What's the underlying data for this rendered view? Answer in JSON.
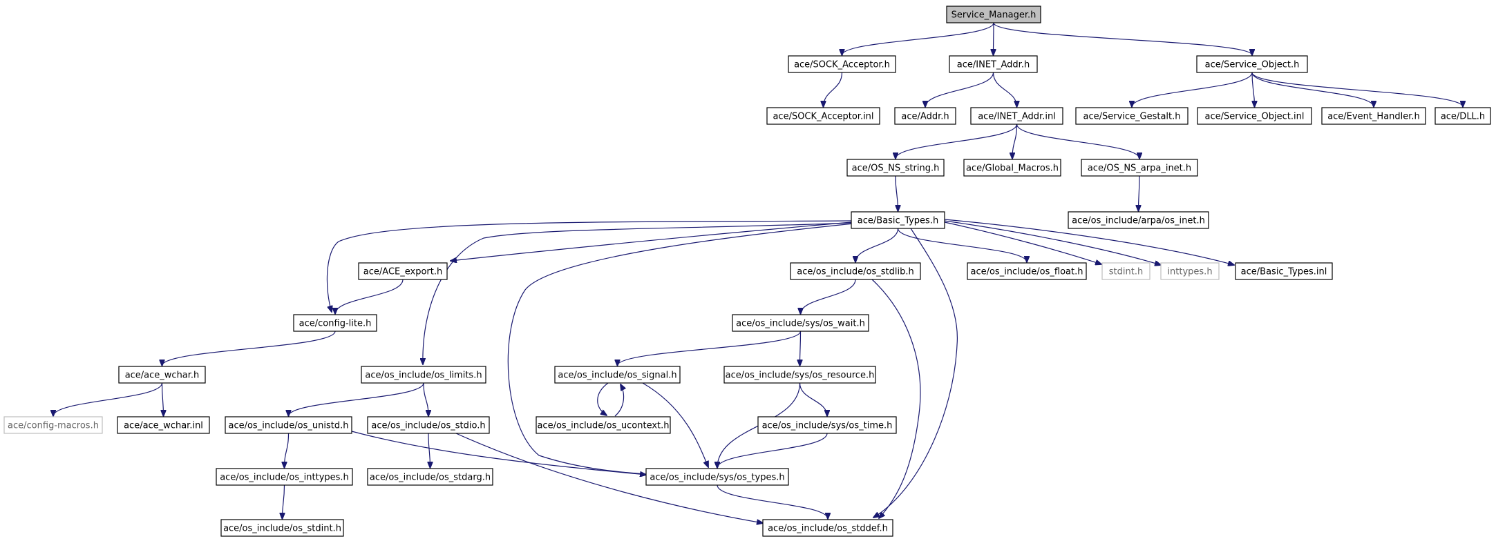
{
  "colors": {
    "edge": "#191970",
    "root_fill": "#bfbfbf",
    "external_border": "#bfbfbf",
    "node_border": "#000000"
  },
  "nodes": [
    {
      "id": "service_manager",
      "label": "Service_Manager.h",
      "kind": "root"
    },
    {
      "id": "sock_acceptor_h",
      "label": "ace/SOCK_Acceptor.h",
      "kind": "normal"
    },
    {
      "id": "inet_addr_h",
      "label": "ace/INET_Addr.h",
      "kind": "normal"
    },
    {
      "id": "service_object_h",
      "label": "ace/Service_Object.h",
      "kind": "normal"
    },
    {
      "id": "sock_acceptor_inl",
      "label": "ace/SOCK_Acceptor.inl",
      "kind": "normal"
    },
    {
      "id": "addr_h",
      "label": "ace/Addr.h",
      "kind": "normal"
    },
    {
      "id": "inet_addr_inl",
      "label": "ace/INET_Addr.inl",
      "kind": "normal"
    },
    {
      "id": "service_gestalt_h",
      "label": "ace/Service_Gestalt.h",
      "kind": "normal"
    },
    {
      "id": "service_object_inl",
      "label": "ace/Service_Object.inl",
      "kind": "normal"
    },
    {
      "id": "event_handler_h",
      "label": "ace/Event_Handler.h",
      "kind": "normal"
    },
    {
      "id": "dll_h",
      "label": "ace/DLL.h",
      "kind": "normal"
    },
    {
      "id": "os_ns_string_h",
      "label": "ace/OS_NS_string.h",
      "kind": "normal"
    },
    {
      "id": "global_macros_h",
      "label": "ace/Global_Macros.h",
      "kind": "normal"
    },
    {
      "id": "os_ns_arpa_inet_h",
      "label": "ace/OS_NS_arpa_inet.h",
      "kind": "normal"
    },
    {
      "id": "basic_types_h",
      "label": "ace/Basic_Types.h",
      "kind": "normal"
    },
    {
      "id": "os_inet_h",
      "label": "ace/os_include/arpa/os_inet.h",
      "kind": "normal"
    },
    {
      "id": "ace_export_h",
      "label": "ace/ACE_export.h",
      "kind": "normal"
    },
    {
      "id": "os_stdlib_h",
      "label": "ace/os_include/os_stdlib.h",
      "kind": "normal"
    },
    {
      "id": "os_float_h",
      "label": "ace/os_include/os_float.h",
      "kind": "normal"
    },
    {
      "id": "stdint_h",
      "label": "stdint.h",
      "kind": "external"
    },
    {
      "id": "inttypes_h",
      "label": "inttypes.h",
      "kind": "external"
    },
    {
      "id": "basic_types_inl",
      "label": "ace/Basic_Types.inl",
      "kind": "normal"
    },
    {
      "id": "config_lite_h",
      "label": "ace/config-lite.h",
      "kind": "normal"
    },
    {
      "id": "os_wait_h",
      "label": "ace/os_include/sys/os_wait.h",
      "kind": "normal"
    },
    {
      "id": "ace_wchar_h",
      "label": "ace/ace_wchar.h",
      "kind": "normal"
    },
    {
      "id": "os_limits_h",
      "label": "ace/os_include/os_limits.h",
      "kind": "normal"
    },
    {
      "id": "os_signal_h",
      "label": "ace/os_include/os_signal.h",
      "kind": "normal"
    },
    {
      "id": "os_resource_h",
      "label": "ace/os_include/sys/os_resource.h",
      "kind": "normal"
    },
    {
      "id": "config_macros_h",
      "label": "ace/config-macros.h",
      "kind": "external"
    },
    {
      "id": "ace_wchar_inl",
      "label": "ace/ace_wchar.inl",
      "kind": "normal"
    },
    {
      "id": "os_unistd_h",
      "label": "ace/os_include/os_unistd.h",
      "kind": "normal"
    },
    {
      "id": "os_stdio_h",
      "label": "ace/os_include/os_stdio.h",
      "kind": "normal"
    },
    {
      "id": "os_ucontext_h",
      "label": "ace/os_include/os_ucontext.h",
      "kind": "normal"
    },
    {
      "id": "os_time_h",
      "label": "ace/os_include/sys/os_time.h",
      "kind": "normal"
    },
    {
      "id": "os_inttypes_h",
      "label": "ace/os_include/os_inttypes.h",
      "kind": "normal"
    },
    {
      "id": "os_stdarg_h",
      "label": "ace/os_include/os_stdarg.h",
      "kind": "normal"
    },
    {
      "id": "os_types_h",
      "label": "ace/os_include/sys/os_types.h",
      "kind": "normal"
    },
    {
      "id": "os_stdint_h",
      "label": "ace/os_include/os_stdint.h",
      "kind": "normal"
    },
    {
      "id": "os_stddef_h",
      "label": "ace/os_include/os_stddef.h",
      "kind": "normal"
    }
  ],
  "edges": [
    [
      "service_manager",
      "sock_acceptor_h"
    ],
    [
      "service_manager",
      "inet_addr_h"
    ],
    [
      "service_manager",
      "service_object_h"
    ],
    [
      "sock_acceptor_h",
      "sock_acceptor_inl"
    ],
    [
      "inet_addr_h",
      "addr_h"
    ],
    [
      "inet_addr_h",
      "inet_addr_inl"
    ],
    [
      "service_object_h",
      "service_gestalt_h"
    ],
    [
      "service_object_h",
      "service_object_inl"
    ],
    [
      "service_object_h",
      "event_handler_h"
    ],
    [
      "service_object_h",
      "dll_h"
    ],
    [
      "inet_addr_inl",
      "os_ns_string_h"
    ],
    [
      "inet_addr_inl",
      "global_macros_h"
    ],
    [
      "inet_addr_inl",
      "os_ns_arpa_inet_h"
    ],
    [
      "os_ns_string_h",
      "basic_types_h"
    ],
    [
      "os_ns_arpa_inet_h",
      "os_inet_h"
    ],
    [
      "basic_types_h",
      "config_lite_h"
    ],
    [
      "basic_types_h",
      "ace_export_h"
    ],
    [
      "basic_types_h",
      "os_limits_h"
    ],
    [
      "basic_types_h",
      "os_types_h"
    ],
    [
      "basic_types_h",
      "os_stdlib_h"
    ],
    [
      "basic_types_h",
      "os_stddef_h"
    ],
    [
      "basic_types_h",
      "os_float_h"
    ],
    [
      "basic_types_h",
      "stdint_h"
    ],
    [
      "basic_types_h",
      "inttypes_h"
    ],
    [
      "basic_types_h",
      "basic_types_inl"
    ],
    [
      "ace_export_h",
      "config_lite_h"
    ],
    [
      "config_lite_h",
      "ace_wchar_h"
    ],
    [
      "ace_wchar_h",
      "config_macros_h"
    ],
    [
      "ace_wchar_h",
      "ace_wchar_inl"
    ],
    [
      "os_limits_h",
      "os_unistd_h"
    ],
    [
      "os_limits_h",
      "os_stdio_h"
    ],
    [
      "os_unistd_h",
      "os_inttypes_h"
    ],
    [
      "os_unistd_h",
      "os_types_h"
    ],
    [
      "os_inttypes_h",
      "os_stdint_h"
    ],
    [
      "os_stdio_h",
      "os_stdarg_h"
    ],
    [
      "os_stdio_h",
      "os_stddef_h"
    ],
    [
      "os_stdlib_h",
      "os_wait_h"
    ],
    [
      "os_stdlib_h",
      "os_stddef_h"
    ],
    [
      "os_wait_h",
      "os_signal_h"
    ],
    [
      "os_wait_h",
      "os_resource_h"
    ],
    [
      "os_signal_h",
      "os_ucontext_h"
    ],
    [
      "os_ucontext_h",
      "os_signal_h"
    ],
    [
      "os_signal_h",
      "os_types_h"
    ],
    [
      "os_resource_h",
      "os_time_h"
    ],
    [
      "os_resource_h",
      "os_types_h"
    ],
    [
      "os_time_h",
      "os_types_h"
    ],
    [
      "os_types_h",
      "os_stddef_h"
    ]
  ]
}
